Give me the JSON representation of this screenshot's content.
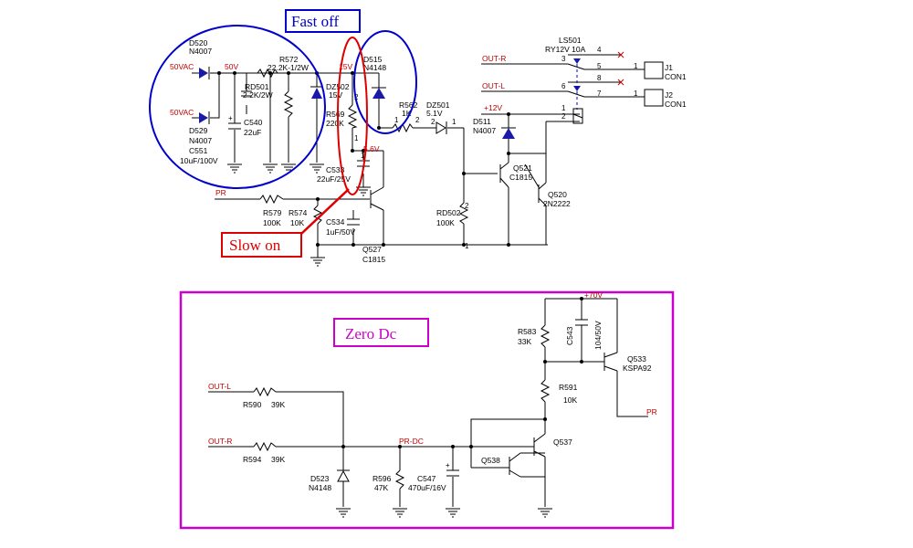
{
  "annotations": {
    "fast_off": "Fast off",
    "slow_on": "Slow on",
    "zero_dc": "Zero Dc"
  },
  "colors": {
    "fast_off": "#0000cc",
    "slow_on": "#dd0000",
    "zero_dc": "#cc00cc",
    "net_label": "#c00000",
    "ground": "#000000"
  },
  "nets": {
    "in1": "50VAC",
    "in2": "50VAC",
    "v50": "50V",
    "v15": "15V",
    "v56": "5.6V",
    "pr": "PR",
    "out_r": "OUT-R",
    "out_l": "OUT-L",
    "v12": "+12V",
    "out_l2": "OUT-L",
    "out_r2": "OUT-R",
    "pr_dc": "PR-DC",
    "v70": "+70V",
    "pr2": "PR"
  },
  "components": {
    "d520": [
      "D520",
      "N4007"
    ],
    "d529": [
      "D529",
      "N4007"
    ],
    "c551": [
      "C551",
      "10uF/100V"
    ],
    "r572": "R572",
    "r572v": "22.2K-1/2W",
    "rd501": [
      "RD501",
      "2.2K/2W"
    ],
    "c540": [
      "C540",
      "22uF"
    ],
    "dz502": [
      "DZ502",
      "15V"
    ],
    "r569": [
      "R569",
      "220K"
    ],
    "c533": "C533",
    "c533v": "22uF/25V",
    "d515": [
      "D515",
      "N4148"
    ],
    "r562": [
      "R562",
      "1K"
    ],
    "dz501": [
      "DZ501",
      "5.1V"
    ],
    "d511": [
      "D511",
      "N4007"
    ],
    "q521": [
      "Q521",
      "C1815"
    ],
    "q520": [
      "Q520",
      "2N2222"
    ],
    "rd502": [
      "RD502",
      "100K"
    ],
    "r579": [
      "R579",
      "100K"
    ],
    "r574": [
      "R574",
      "10K"
    ],
    "c534": [
      "C534",
      "1uF/50V"
    ],
    "q527": [
      "Q527",
      "C1815"
    ],
    "ls501": [
      "LS501",
      "RY12V 10A"
    ],
    "j1": [
      "J1",
      "CON1"
    ],
    "j2": [
      "J2",
      "CON1"
    ],
    "r583": [
      "R583",
      "33K"
    ],
    "c543": "C543",
    "c543v": "104/50V",
    "q533": [
      "Q533",
      "KSPA92"
    ],
    "r591": [
      "R591",
      "10K"
    ],
    "q537": "Q537",
    "q538": "Q538",
    "r590": "R590",
    "r590v": "39K",
    "r594": "R594",
    "r594v": "39K",
    "d523": [
      "D523",
      "N4148"
    ],
    "r596": [
      "R596",
      "47K"
    ],
    "c547": [
      "C547",
      "470uF/16V"
    ]
  },
  "pins": {
    "p4": "4",
    "p3": "3",
    "p5": "5",
    "p6": "6",
    "p8": "8",
    "p7": "7",
    "p1": "1",
    "p2": "2",
    "j1p": "1",
    "j2p": "1",
    "r569t": "2",
    "r569b": "1",
    "r562t": "1",
    "r562b": "2",
    "dz501a": "2",
    "dz501k": "1",
    "rd502t": "2",
    "rd502b": "1",
    "c533p": "1"
  }
}
